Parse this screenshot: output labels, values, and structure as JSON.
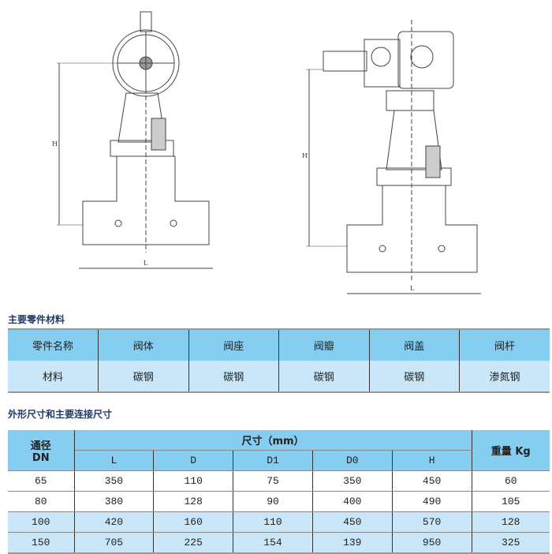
{
  "drawings": {
    "dim_height": "H",
    "dim_length": "L"
  },
  "materials": {
    "title": "主要零件材料",
    "header": [
      "零件名称",
      "阀体",
      "阀座",
      "阀瓣",
      "阀盖",
      "阀杆"
    ],
    "row": [
      "材料",
      "碳钢",
      "碳钢",
      "碳钢",
      "碳钢",
      "渗氮钢"
    ]
  },
  "dimensions": {
    "title": "外形尺寸和主要连接尺寸",
    "dn_label": "通径",
    "dn_sub": "DN",
    "size_label": "尺寸（mm）",
    "weight_label": "重量 Kg",
    "cols": [
      "L",
      "D",
      "D1",
      "D0",
      "H"
    ],
    "rows": [
      [
        "65",
        "350",
        "110",
        "75",
        "350",
        "450",
        "60"
      ],
      [
        "80",
        "380",
        "128",
        "90",
        "400",
        "490",
        "105"
      ],
      [
        "100",
        "420",
        "160",
        "110",
        "450",
        "570",
        "128"
      ],
      [
        "150",
        "705",
        "225",
        "154",
        "139",
        "950",
        "325"
      ]
    ]
  },
  "colors": {
    "header": "#86cdf2",
    "light": "#c9e7f8",
    "title": "#1d3a6a"
  }
}
